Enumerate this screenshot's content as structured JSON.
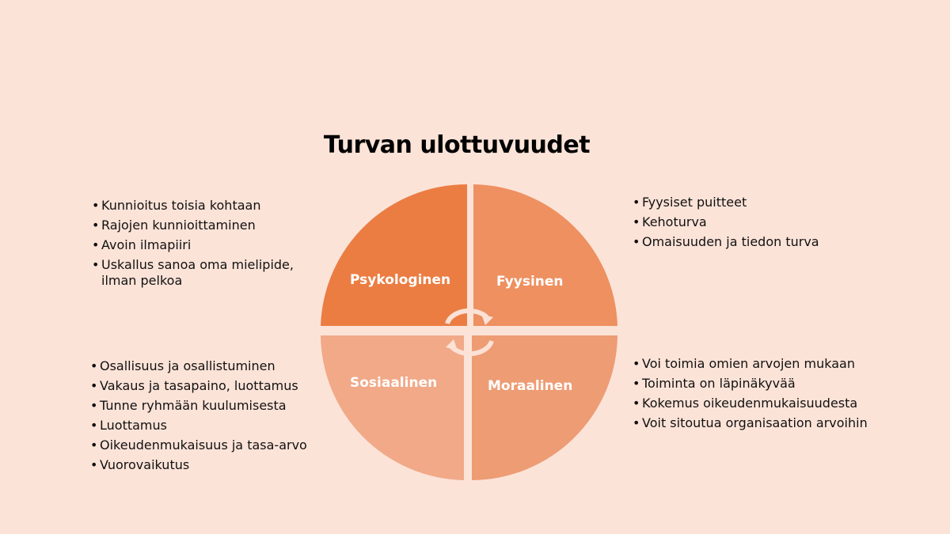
{
  "title": "Turvan ulottuvuudet",
  "quadrants": {
    "top_left": "Psykologinen",
    "top_right": "Fyysinen",
    "bottom_left": "Sosiaalinen",
    "bottom_right": "Moraalinen"
  },
  "colors": {
    "background": "#FCE3D8",
    "top_left": "#EB7D43",
    "top_right": "#EE9060",
    "bottom_left": "#F1A988",
    "bottom_right": "#EE9C74"
  },
  "lists": {
    "top_left": [
      "Kunnioitus toisia kohtaan",
      "Rajojen kunnioittaminen",
      "Avoin ilmapiiri",
      "Uskallus sanoa oma mielipide, ilman pelkoa"
    ],
    "top_right": [
      "Fyysiset puitteet",
      "Kehoturva",
      "Omaisuuden ja tiedon turva"
    ],
    "bottom_left": [
      "Osallisuus ja osallistuminen",
      "Vakaus ja tasapaino, luottamus",
      "Tunne ryhmään kuulumisesta",
      "Luottamus",
      "Oikeudenmukaisuus ja tasa-arvo",
      "Vuorovaikutus"
    ],
    "bottom_right": [
      "Voi toimia omien arvojen mukaan",
      "Toiminta on läpinäkyvää",
      "Kokemus oikeudenmukaisuudesta",
      "Voit sitoutua organisaation arvoihin"
    ]
  }
}
